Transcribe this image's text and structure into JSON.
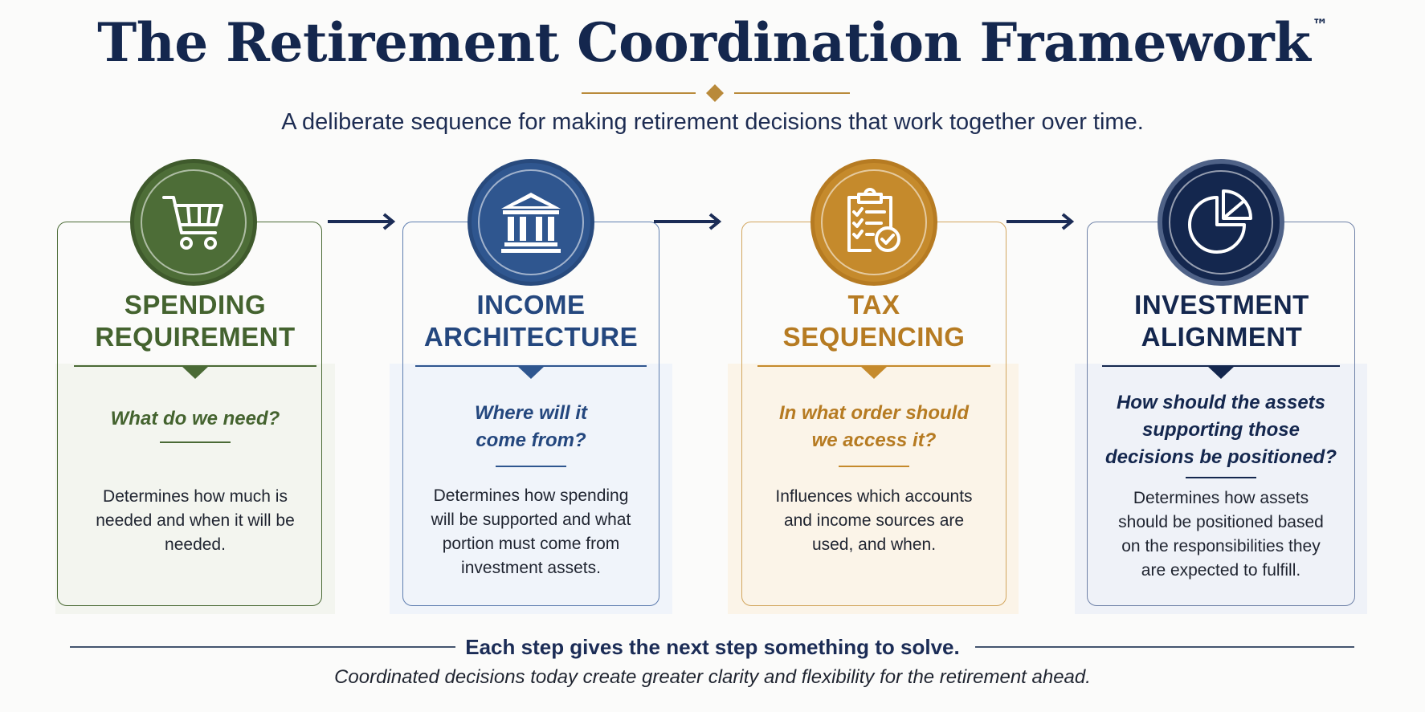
{
  "header": {
    "title": "The Retirement Coordination Framework",
    "trademark": "™",
    "subtitle": "A deliberate sequence for making retirement decisions that work together over time."
  },
  "colors": {
    "navy": "#14274e",
    "gold": "#b98a3a",
    "green": "#4a6a35",
    "blue": "#2f568f",
    "amber": "#c58a2c",
    "darknavy": "#1a2c55"
  },
  "steps": [
    {
      "title_line1": "SPENDING",
      "title_line2": "REQUIREMENT",
      "question": "What do we need?",
      "description": "Determines how much is needed and when it will be needed.",
      "icon": "shopping-cart-icon",
      "color": "#4a6a35"
    },
    {
      "title_line1": "INCOME",
      "title_line2": "ARCHITECTURE",
      "question": "Where will it come from?",
      "description": "Determines how spending will be supported and what portion must come from investment assets.",
      "icon": "bank-building-icon",
      "color": "#2f568f"
    },
    {
      "title_line1": "TAX",
      "title_line2": "SEQUENCING",
      "question": "In what order should we access it?",
      "description": "Influences which accounts and income sources are used, and when.",
      "icon": "clipboard-checklist-icon",
      "color": "#c58a2c"
    },
    {
      "title_line1": "INVESTMENT",
      "title_line2": "ALIGNMENT",
      "question": "How should the assets supporting those decisions be positioned?",
      "description": "Determines how assets should be positioned based on the responsibilities they are expected to fulfill.",
      "icon": "pie-chart-icon",
      "color": "#1a2c55"
    }
  ],
  "footer": {
    "headline": "Each step gives the next step something to solve.",
    "tagline": "Coordinated decisions today create greater clarity and flexibility for the retirement ahead."
  }
}
